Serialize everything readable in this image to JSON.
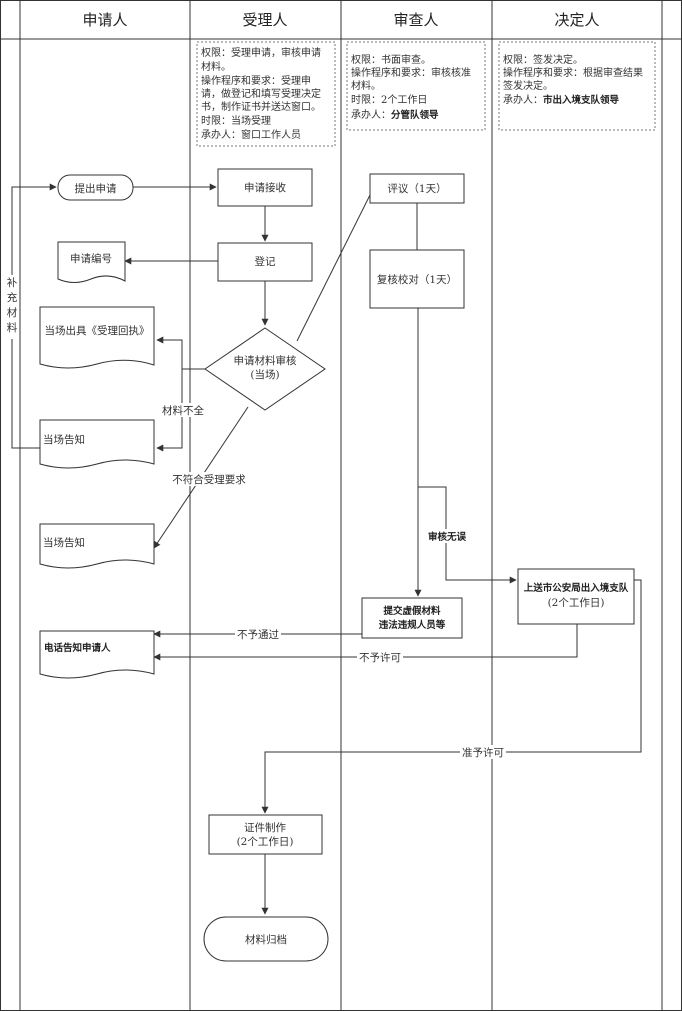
{
  "lanes": [
    "申请人",
    "受理人",
    "审查人",
    "决定人"
  ],
  "notes": {
    "acceptor": [
      "权限：受理申请，审核申请",
      "材料。",
      "操作程序和要求：受理申",
      "请，做登记和填写受理决定",
      "书，制作证书并送达窗口。",
      "时限：当场受理",
      "承办人：窗口工作人员"
    ],
    "reviewer": [
      "权限：书面审查。",
      "操作程序和要求：审核核准",
      "材料。",
      "时限：2个工作日"
    ],
    "reviewer_handler_prefix": "承办人：",
    "reviewer_handler": "分管队领导",
    "decider": [
      "权限：签发决定。",
      "操作程序和要求：根据审查结果",
      "签发决定。"
    ],
    "decider_handler_prefix": "承办人：",
    "decider_handler": "市出入境支队领导"
  },
  "nodes": {
    "submit": "提出申请",
    "receive": "申请接收",
    "register": "登记",
    "app_number": "申请编号",
    "receipt": "当场出具《受理回执》",
    "review_line1": "申请材料审核",
    "review_line2": "(当场)",
    "notify1": "当场告知",
    "notify2": "当场告知",
    "evaluate": "评议（1天）",
    "recheck": "复核校对（1天）",
    "submit_false_1": "提交虚假材料",
    "submit_false_2": "违法违规人员等",
    "report_1": "上送市公安局出入境支队",
    "report_2": "(2个工作日)",
    "phone_notify": "电话告知申请人",
    "make_cert_1": "证件制作",
    "make_cert_2": "(2个工作日)",
    "archive": "材料归档"
  },
  "edges": {
    "supplement": [
      "补",
      "充",
      "材",
      "料"
    ],
    "incomplete": "材料不全",
    "not_meet": "不符合受理要求",
    "review_ok": "审核无误",
    "not_pass": "不予通过",
    "not_permit": "不予许可",
    "permit": "准予许可"
  }
}
